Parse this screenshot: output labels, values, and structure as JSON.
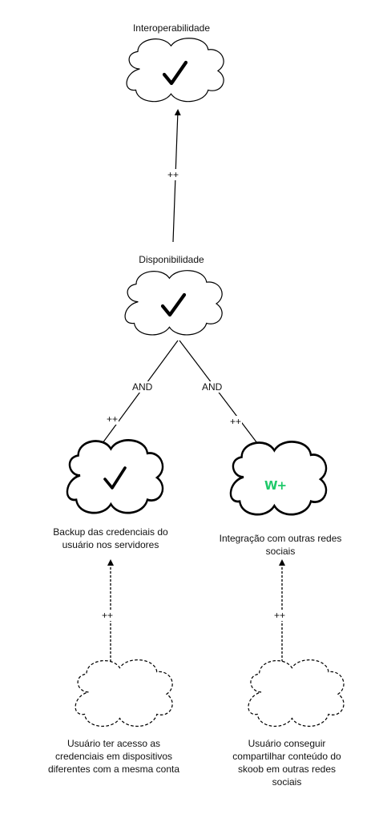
{
  "goals": {
    "interoperabilidade": {
      "label": "Interoperabilidade",
      "status": "satisfied"
    },
    "disponibilidade": {
      "label": "Disponibilidade",
      "status": "satisfied"
    },
    "backup": {
      "label": "Backup das credenciais do usuário nos servidores",
      "status": "satisfied"
    },
    "integracao": {
      "label": "Integração com outras redes sociais",
      "status": "weakly-satisfied",
      "badge": "W+"
    },
    "acesso": {
      "label": "Usuário ter acesso as credenciais em dispositivos diferentes com a mesma conta"
    },
    "compartilhar": {
      "label": "Usuário conseguir compartilhar conteúdo do skoob em outras redes sociais"
    }
  },
  "links": {
    "disp_to_inter": {
      "contribution": "++"
    },
    "backup_to_disp": {
      "decomposition": "AND",
      "contribution": "++"
    },
    "integ_to_disp": {
      "decomposition": "AND",
      "contribution": "++"
    },
    "acesso_to_backup": {
      "contribution": "++"
    },
    "compart_to_integ": {
      "contribution": "++"
    }
  },
  "colors": {
    "stroke": "#000000",
    "badge": "#1fc96a",
    "check": "#000000"
  }
}
